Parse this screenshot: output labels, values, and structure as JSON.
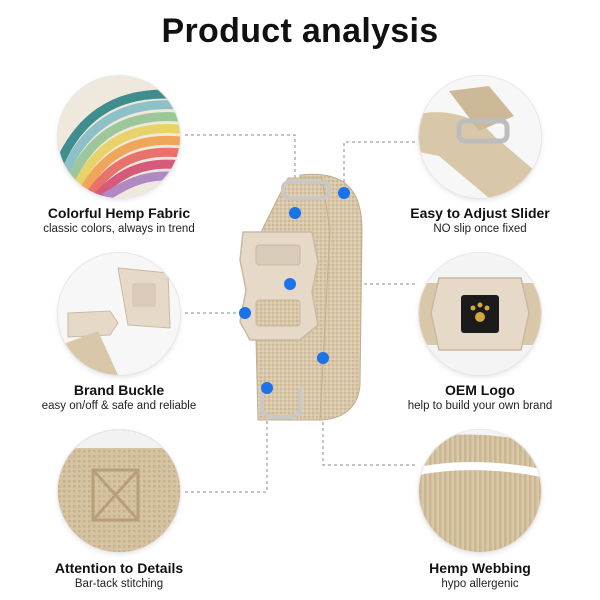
{
  "title": "Product analysis",
  "features": [
    {
      "title": "Colorful Hemp Fabric",
      "subtitle": "classic colors, always in trend"
    },
    {
      "title": "Easy to Adjust Slider",
      "subtitle": "NO slip once fixed"
    },
    {
      "title": "Brand Buckle",
      "subtitle": "easy on/off & safe and reliable"
    },
    {
      "title": "OEM Logo",
      "subtitle": "help to build your own brand"
    },
    {
      "title": "Attention to Details",
      "subtitle": "Bar-tack stitching"
    },
    {
      "title": "Hemp Webbing",
      "subtitle": "hypo allergenic"
    }
  ],
  "colors": {
    "hemp": "#d8c7a8",
    "hemp_dark": "#c2ae8c",
    "buckle": "#e6d9c8",
    "marker": "#1a73e8",
    "metal": "#c8c8c8"
  },
  "icons": {
    "logo_tag": "paw-logo-tag"
  }
}
